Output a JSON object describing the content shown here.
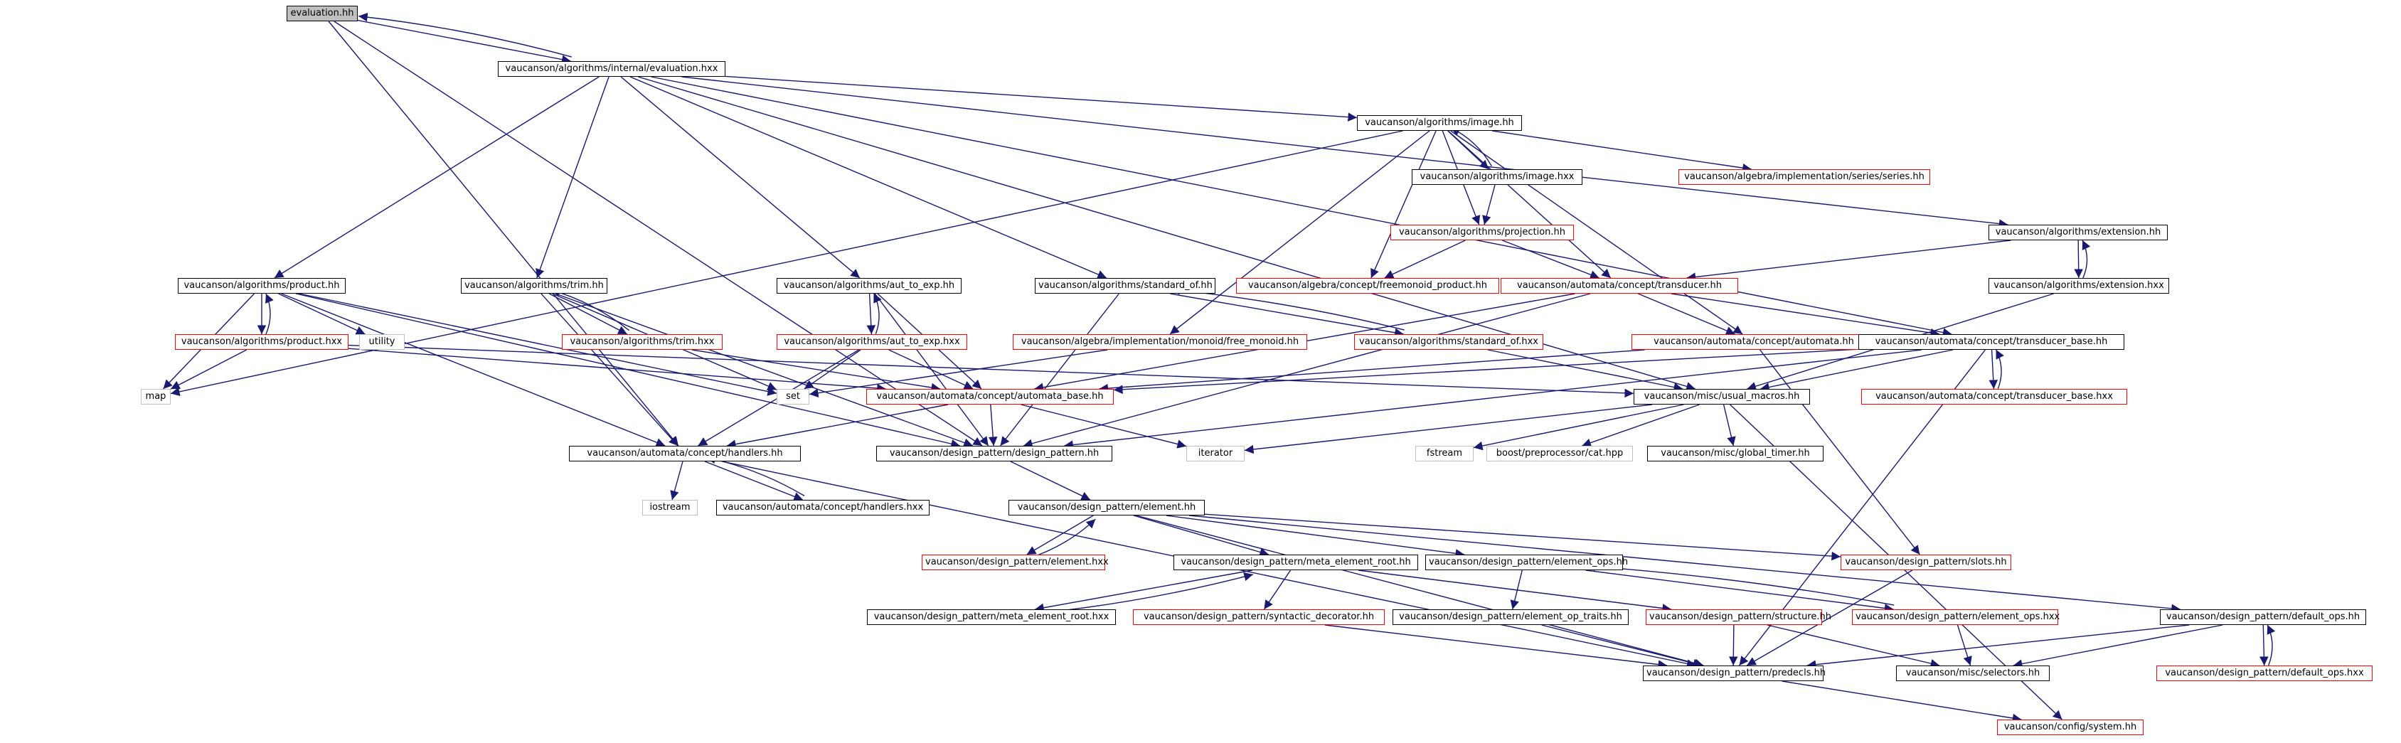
{
  "colors": {
    "edge": "#191970",
    "border_normal": "#000000",
    "border_incomplete": "#ff0000",
    "border_external": "#bfbfbf",
    "root_fill": "#bfbfbf"
  },
  "nodes": [
    {
      "id": "root",
      "label": "evaluation.hh",
      "kind": "root"
    },
    {
      "id": "eval_hxx",
      "label": "vaucanson/algorithms/internal/evaluation.hxx",
      "kind": "normal"
    },
    {
      "id": "image_hh",
      "label": "vaucanson/algorithms/image.hh",
      "kind": "normal"
    },
    {
      "id": "image_hxx",
      "label": "vaucanson/algorithms/image.hxx",
      "kind": "normal"
    },
    {
      "id": "series_hh",
      "label": "vaucanson/algebra/implementation/series/series.hh",
      "kind": "incomplete"
    },
    {
      "id": "projection_hh",
      "label": "vaucanson/algorithms/projection.hh",
      "kind": "incomplete"
    },
    {
      "id": "extension_hh",
      "label": "vaucanson/algorithms/extension.hh",
      "kind": "normal"
    },
    {
      "id": "extension_hxx",
      "label": "vaucanson/algorithms/extension.hxx",
      "kind": "normal"
    },
    {
      "id": "product_hh",
      "label": "vaucanson/algorithms/product.hh",
      "kind": "normal"
    },
    {
      "id": "trim_hh",
      "label": "vaucanson/algorithms/trim.hh",
      "kind": "normal"
    },
    {
      "id": "aut_to_exp_hh",
      "label": "vaucanson/algorithms/aut_to_exp.hh",
      "kind": "normal"
    },
    {
      "id": "standard_of_hh",
      "label": "vaucanson/algorithms/standard_of.hh",
      "kind": "normal"
    },
    {
      "id": "freemonoid_product",
      "label": "vaucanson/algebra/concept/freemonoid_product.hh",
      "kind": "incomplete"
    },
    {
      "id": "transducer_hh",
      "label": "vaucanson/automata/concept/transducer.hh",
      "kind": "incomplete"
    },
    {
      "id": "product_hxx",
      "label": "vaucanson/algorithms/product.hxx",
      "kind": "incomplete"
    },
    {
      "id": "utility",
      "label": "utility",
      "kind": "external"
    },
    {
      "id": "trim_hxx",
      "label": "vaucanson/algorithms/trim.hxx",
      "kind": "incomplete"
    },
    {
      "id": "aut_to_exp_hxx",
      "label": "vaucanson/algorithms/aut_to_exp.hxx",
      "kind": "incomplete"
    },
    {
      "id": "free_monoid_hh",
      "label": "vaucanson/algebra/implementation/monoid/free_monoid.hh",
      "kind": "incomplete"
    },
    {
      "id": "standard_of_hxx",
      "label": "vaucanson/algorithms/standard_of.hxx",
      "kind": "incomplete"
    },
    {
      "id": "automata_hh",
      "label": "vaucanson/automata/concept/automata.hh",
      "kind": "incomplete"
    },
    {
      "id": "transducer_base_hh",
      "label": "vaucanson/automata/concept/transducer_base.hh",
      "kind": "normal"
    },
    {
      "id": "map",
      "label": "map",
      "kind": "external"
    },
    {
      "id": "set",
      "label": "set",
      "kind": "external"
    },
    {
      "id": "automata_base_hh",
      "label": "vaucanson/automata/concept/automata_base.hh",
      "kind": "incomplete"
    },
    {
      "id": "usual_macros_hh",
      "label": "vaucanson/misc/usual_macros.hh",
      "kind": "normal"
    },
    {
      "id": "transducer_base_hxx",
      "label": "vaucanson/automata/concept/transducer_base.hxx",
      "kind": "incomplete"
    },
    {
      "id": "handlers_hh",
      "label": "vaucanson/automata/concept/handlers.hh",
      "kind": "normal"
    },
    {
      "id": "design_pattern_hh",
      "label": "vaucanson/design_pattern/design_pattern.hh",
      "kind": "normal"
    },
    {
      "id": "iterator",
      "label": "iterator",
      "kind": "external"
    },
    {
      "id": "fstream",
      "label": "fstream",
      "kind": "external"
    },
    {
      "id": "boost_cat",
      "label": "boost/preprocessor/cat.hpp",
      "kind": "external"
    },
    {
      "id": "global_timer",
      "label": "vaucanson/misc/global_timer.hh",
      "kind": "normal"
    },
    {
      "id": "iostream",
      "label": "iostream",
      "kind": "external"
    },
    {
      "id": "handlers_hxx",
      "label": "vaucanson/automata/concept/handlers.hxx",
      "kind": "normal"
    },
    {
      "id": "element_hh",
      "label": "vaucanson/design_pattern/element.hh",
      "kind": "normal"
    },
    {
      "id": "element_hxx",
      "label": "vaucanson/design_pattern/element.hxx",
      "kind": "incomplete"
    },
    {
      "id": "meta_element_root_hh",
      "label": "vaucanson/design_pattern/meta_element_root.hh",
      "kind": "normal"
    },
    {
      "id": "element_ops_hh",
      "label": "vaucanson/design_pattern/element_ops.hh",
      "kind": "normal"
    },
    {
      "id": "slots_hh",
      "label": "vaucanson/design_pattern/slots.hh",
      "kind": "incomplete"
    },
    {
      "id": "meta_element_root_hxx",
      "label": "vaucanson/design_pattern/meta_element_root.hxx",
      "kind": "normal"
    },
    {
      "id": "syntactic_decorator",
      "label": "vaucanson/design_pattern/syntactic_decorator.hh",
      "kind": "incomplete"
    },
    {
      "id": "element_op_traits",
      "label": "vaucanson/design_pattern/element_op_traits.hh",
      "kind": "normal"
    },
    {
      "id": "structure_hh",
      "label": "vaucanson/design_pattern/structure.hh",
      "kind": "incomplete"
    },
    {
      "id": "element_ops_hxx",
      "label": "vaucanson/design_pattern/element_ops.hxx",
      "kind": "incomplete"
    },
    {
      "id": "default_ops_hh",
      "label": "vaucanson/design_pattern/default_ops.hh",
      "kind": "normal"
    },
    {
      "id": "predecls_hh",
      "label": "vaucanson/design_pattern/predecls.hh",
      "kind": "normal"
    },
    {
      "id": "selectors_hh",
      "label": "vaucanson/misc/selectors.hh",
      "kind": "normal"
    },
    {
      "id": "default_ops_hxx",
      "label": "vaucanson/design_pattern/default_ops.hxx",
      "kind": "incomplete"
    },
    {
      "id": "system_hh",
      "label": "vaucanson/config/system.hh",
      "kind": "incomplete"
    }
  ],
  "edges": [
    [
      "root",
      "eval_hxx"
    ],
    [
      "eval_hxx",
      "root"
    ],
    [
      "root",
      "handlers_hh"
    ],
    [
      "root",
      "design_pattern_hh"
    ],
    [
      "eval_hxx",
      "image_hh"
    ],
    [
      "eval_hxx",
      "extension_hh"
    ],
    [
      "eval_hxx",
      "product_hh"
    ],
    [
      "eval_hxx",
      "trim_hh"
    ],
    [
      "eval_hxx",
      "aut_to_exp_hh"
    ],
    [
      "eval_hxx",
      "standard_of_hh"
    ],
    [
      "eval_hxx",
      "transducer_base_hh"
    ],
    [
      "eval_hxx",
      "usual_macros_hh"
    ],
    [
      "image_hh",
      "image_hxx"
    ],
    [
      "image_hxx",
      "image_hh"
    ],
    [
      "image_hh",
      "series_hh"
    ],
    [
      "image_hh",
      "projection_hh"
    ],
    [
      "image_hh",
      "transducer_hh"
    ],
    [
      "image_hh",
      "automata_hh"
    ],
    [
      "image_hh",
      "freemonoid_product"
    ],
    [
      "image_hh",
      "free_monoid_hh"
    ],
    [
      "image_hh",
      "map"
    ],
    [
      "image_hxx",
      "projection_hh"
    ],
    [
      "projection_hh",
      "freemonoid_product"
    ],
    [
      "projection_hh",
      "transducer_hh"
    ],
    [
      "extension_hh",
      "extension_hxx"
    ],
    [
      "extension_hxx",
      "extension_hh"
    ],
    [
      "extension_hh",
      "transducer_hh"
    ],
    [
      "extension_hxx",
      "usual_macros_hh"
    ],
    [
      "product_hh",
      "product_hxx"
    ],
    [
      "product_hxx",
      "product_hh"
    ],
    [
      "product_hh",
      "utility"
    ],
    [
      "product_hh",
      "map"
    ],
    [
      "product_hh",
      "set"
    ],
    [
      "product_hh",
      "handlers_hh"
    ],
    [
      "product_hh",
      "design_pattern_hh"
    ],
    [
      "product_hxx",
      "map"
    ],
    [
      "product_hxx",
      "automata_base_hh"
    ],
    [
      "product_hxx",
      "usual_macros_hh"
    ],
    [
      "trim_hh",
      "trim_hxx"
    ],
    [
      "trim_hxx",
      "trim_hh"
    ],
    [
      "trim_hh",
      "set"
    ],
    [
      "trim_hh",
      "handlers_hh"
    ],
    [
      "trim_hh",
      "design_pattern_hh"
    ],
    [
      "trim_hxx",
      "automata_base_hh"
    ],
    [
      "aut_to_exp_hh",
      "aut_to_exp_hxx"
    ],
    [
      "aut_to_exp_hxx",
      "aut_to_exp_hh"
    ],
    [
      "aut_to_exp_hh",
      "automata_base_hh"
    ],
    [
      "aut_to_exp_hh",
      "design_pattern_hh"
    ],
    [
      "aut_to_exp_hxx",
      "set"
    ],
    [
      "aut_to_exp_hxx",
      "automata_base_hh"
    ],
    [
      "aut_to_exp_hxx",
      "handlers_hh"
    ],
    [
      "standard_of_hh",
      "standard_of_hxx"
    ],
    [
      "standard_of_hxx",
      "standard_of_hh"
    ],
    [
      "standard_of_hh",
      "design_pattern_hh"
    ],
    [
      "free_monoid_hh",
      "set"
    ],
    [
      "standard_of_hxx",
      "usual_macros_hh"
    ],
    [
      "transducer_hh",
      "automata_hh"
    ],
    [
      "transducer_hh",
      "transducer_base_hh"
    ],
    [
      "transducer_hh",
      "automata_base_hh"
    ],
    [
      "transducer_hh",
      "design_pattern_hh"
    ],
    [
      "automata_hh",
      "automata_base_hh"
    ],
    [
      "automata_hh",
      "slots_hh"
    ],
    [
      "transducer_base_hh",
      "transducer_base_hxx"
    ],
    [
      "transducer_base_hxx",
      "transducer_base_hh"
    ],
    [
      "transducer_base_hh",
      "automata_base_hh"
    ],
    [
      "transducer_base_hh",
      "usual_macros_hh"
    ],
    [
      "transducer_base_hh",
      "design_pattern_hh"
    ],
    [
      "transducer_base_hh",
      "predecls_hh"
    ],
    [
      "automata_base_hh",
      "handlers_hh"
    ],
    [
      "automata_base_hh",
      "design_pattern_hh"
    ],
    [
      "automata_base_hh",
      "iterator"
    ],
    [
      "usual_macros_hh",
      "iterator"
    ],
    [
      "usual_macros_hh",
      "fstream"
    ],
    [
      "usual_macros_hh",
      "boost_cat"
    ],
    [
      "usual_macros_hh",
      "global_timer"
    ],
    [
      "usual_macros_hh",
      "system_hh"
    ],
    [
      "handlers_hh",
      "iostream"
    ],
    [
      "handlers_hh",
      "handlers_hxx"
    ],
    [
      "handlers_hxx",
      "handlers_hh"
    ],
    [
      "handlers_hh",
      "predecls_hh"
    ],
    [
      "design_pattern_hh",
      "element_hh"
    ],
    [
      "element_hh",
      "element_hxx"
    ],
    [
      "element_hxx",
      "element_hh"
    ],
    [
      "element_hh",
      "meta_element_root_hh"
    ],
    [
      "element_hh",
      "element_ops_hh"
    ],
    [
      "element_hh",
      "slots_hh"
    ],
    [
      "element_hh",
      "default_ops_hh"
    ],
    [
      "element_hh",
      "predecls_hh"
    ],
    [
      "meta_element_root_hh",
      "meta_element_root_hxx"
    ],
    [
      "meta_element_root_hxx",
      "meta_element_root_hh"
    ],
    [
      "meta_element_root_hh",
      "syntactic_decorator"
    ],
    [
      "meta_element_root_hh",
      "structure_hh"
    ],
    [
      "syntactic_decorator",
      "predecls_hh"
    ],
    [
      "element_ops_hh",
      "element_op_traits"
    ],
    [
      "element_ops_hh",
      "element_ops_hxx"
    ],
    [
      "element_ops_hxx",
      "element_ops_hh"
    ],
    [
      "element_op_traits",
      "predecls_hh"
    ],
    [
      "structure_hh",
      "predecls_hh"
    ],
    [
      "structure_hh",
      "selectors_hh"
    ],
    [
      "element_ops_hxx",
      "selectors_hh"
    ],
    [
      "slots_hh",
      "predecls_hh"
    ],
    [
      "default_ops_hh",
      "default_ops_hxx"
    ],
    [
      "default_ops_hxx",
      "default_ops_hh"
    ],
    [
      "default_ops_hh",
      "predecls_hh"
    ],
    [
      "default_ops_hh",
      "selectors_hh"
    ],
    [
      "predecls_hh",
      "system_hh"
    ]
  ]
}
